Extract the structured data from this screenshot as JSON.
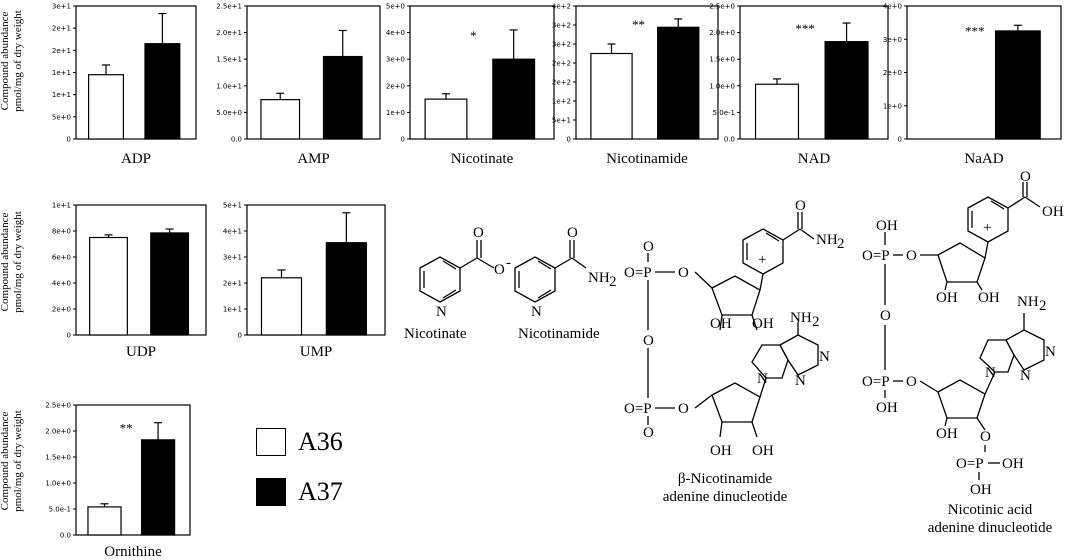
{
  "ylabel": {
    "line1": "Compound abundance",
    "line2": "pmol/mg of dry weight"
  },
  "colors": {
    "A36": "#ffffff",
    "A37": "#000000",
    "axis": "#000000"
  },
  "chart_data": [
    {
      "type": "bar",
      "title": "ADP",
      "ylim": [
        0,
        30
      ],
      "yticks": [
        0,
        5,
        10,
        15,
        20,
        25,
        30
      ],
      "ytick_labels": [
        "0",
        "5e+0",
        "1e+1",
        "1e+1",
        "2e+1",
        "2e+1",
        "3e+1"
      ],
      "series": [
        {
          "name": "A36",
          "value": 14.5,
          "error": 2.2
        },
        {
          "name": "A37",
          "value": 21.5,
          "error": 6.8
        }
      ],
      "annotation": ""
    },
    {
      "type": "bar",
      "title": "AMP",
      "ylim": [
        0,
        25
      ],
      "yticks": [
        0,
        5,
        10,
        15,
        20,
        25
      ],
      "ytick_labels": [
        "0.0",
        "5.0e+0",
        "1.0e+1",
        "1.5e+1",
        "2.0e+1",
        "2.5e+1"
      ],
      "series": [
        {
          "name": "A36",
          "value": 7.4,
          "error": 1.2
        },
        {
          "name": "A37",
          "value": 15.5,
          "error": 4.9
        }
      ],
      "annotation": ""
    },
    {
      "type": "bar",
      "title": "Nicotinate",
      "ylim": [
        0,
        5
      ],
      "yticks": [
        0,
        1,
        2,
        3,
        4,
        5
      ],
      "ytick_labels": [
        "0",
        "1e+0",
        "2e+0",
        "3e+0",
        "4e+0",
        "5e+0"
      ],
      "series": [
        {
          "name": "A36",
          "value": 1.5,
          "error": 0.2
        },
        {
          "name": "A37",
          "value": 3.0,
          "error": 1.1
        }
      ],
      "annotation": "*"
    },
    {
      "type": "bar",
      "title": "Nicotinamide",
      "ylim": [
        0,
        350
      ],
      "yticks": [
        0,
        50,
        100,
        150,
        200,
        250,
        300,
        350
      ],
      "ytick_labels": [
        "0",
        "5e+1",
        "1e+2",
        "2e+2",
        "2e+2",
        "3e+2",
        "3e+2",
        "4e+2"
      ],
      "series": [
        {
          "name": "A36",
          "value": 225,
          "error": 25
        },
        {
          "name": "A37",
          "value": 294,
          "error": 22
        }
      ],
      "annotation": "**"
    },
    {
      "type": "bar",
      "title": "NAD",
      "ylim": [
        0,
        2.5
      ],
      "yticks": [
        0,
        0.5,
        1.0,
        1.5,
        2.0,
        2.5
      ],
      "ytick_labels": [
        "0.0",
        "5.0e-1",
        "1.0e+0",
        "1.5e+0",
        "2.0e+0",
        "2.5e+0"
      ],
      "series": [
        {
          "name": "A36",
          "value": 1.03,
          "error": 0.1
        },
        {
          "name": "A37",
          "value": 1.83,
          "error": 0.35
        }
      ],
      "annotation": "***"
    },
    {
      "type": "bar",
      "title": "NaAD",
      "ylim": [
        0,
        4
      ],
      "yticks": [
        0,
        1,
        2,
        3,
        4
      ],
      "ytick_labels": [
        "0",
        "1e+0",
        "2e+0",
        "3e+0",
        "4e+0"
      ],
      "series": [
        {
          "name": "A36",
          "value": 0,
          "error": 0
        },
        {
          "name": "A37",
          "value": 3.25,
          "error": 0.17
        }
      ],
      "annotation": "***"
    },
    {
      "type": "bar",
      "title": "UDP",
      "ylim": [
        0,
        10
      ],
      "yticks": [
        0,
        2,
        4,
        6,
        8,
        10
      ],
      "ytick_labels": [
        "0",
        "2e+0",
        "4e+0",
        "6e+0",
        "8e+0",
        "1e+1"
      ],
      "series": [
        {
          "name": "A36",
          "value": 7.5,
          "error": 0.2
        },
        {
          "name": "A37",
          "value": 7.85,
          "error": 0.3
        }
      ],
      "annotation": ""
    },
    {
      "type": "bar",
      "title": "UMP",
      "ylim": [
        0,
        50
      ],
      "yticks": [
        0,
        10,
        20,
        30,
        40,
        50
      ],
      "ytick_labels": [
        "0",
        "1e+1",
        "2e+1",
        "3e+1",
        "4e+1",
        "5e+1"
      ],
      "series": [
        {
          "name": "A36",
          "value": 22,
          "error": 3
        },
        {
          "name": "A37",
          "value": 35.5,
          "error": 11.5
        }
      ],
      "annotation": ""
    },
    {
      "type": "bar",
      "title": "Ornithine",
      "ylim": [
        0,
        2.5
      ],
      "yticks": [
        0,
        0.5,
        1.0,
        1.5,
        2.0,
        2.5
      ],
      "ytick_labels": [
        "0.0",
        "5.0e-1",
        "1.0e+0",
        "1.5e+0",
        "2.0e+0",
        "2.5e+0"
      ],
      "series": [
        {
          "name": "A36",
          "value": 0.54,
          "error": 0.06
        },
        {
          "name": "A37",
          "value": 1.83,
          "error": 0.33
        }
      ],
      "annotation": "**"
    }
  ],
  "legend": [
    {
      "label": "A36",
      "color": "#ffffff"
    },
    {
      "label": "A37",
      "color": "#000000"
    }
  ],
  "structures": {
    "nicotinate": {
      "name": "Nicotinate"
    },
    "nicotinamide": {
      "name": "Nicotinamide"
    },
    "nad": {
      "line1": "β-Nicotinamide",
      "line2": "adenine dinucleotide"
    },
    "naad": {
      "line1": "Nicotinic acid",
      "line2": "adenine dinucleotide"
    },
    "atoms": {
      "N": "N",
      "O": "O",
      "O_minus": "O",
      "minus": "-",
      "plus": "+",
      "P": "P",
      "OH": "OH",
      "NH2": "NH",
      "sub2": "2",
      "P_eq_O": "O=P",
      "OH_right": "OH",
      "COOH": "OH",
      "HO_P": "O=P–OH"
    }
  }
}
